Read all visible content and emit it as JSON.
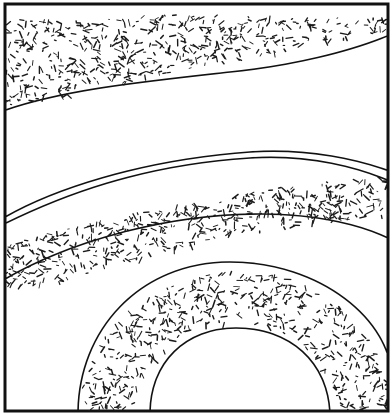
{
  "figure": {
    "description_visible_text": [],
    "colors": {
      "background": "#ffffff",
      "stroke": "#111111",
      "stipple": "#1a1a1a"
    },
    "bands": [
      {
        "name": "top-band",
        "style": "stippled"
      },
      {
        "name": "middle-band",
        "style": "stippled"
      },
      {
        "name": "bottom-ring",
        "style": "stippled"
      }
    ]
  }
}
